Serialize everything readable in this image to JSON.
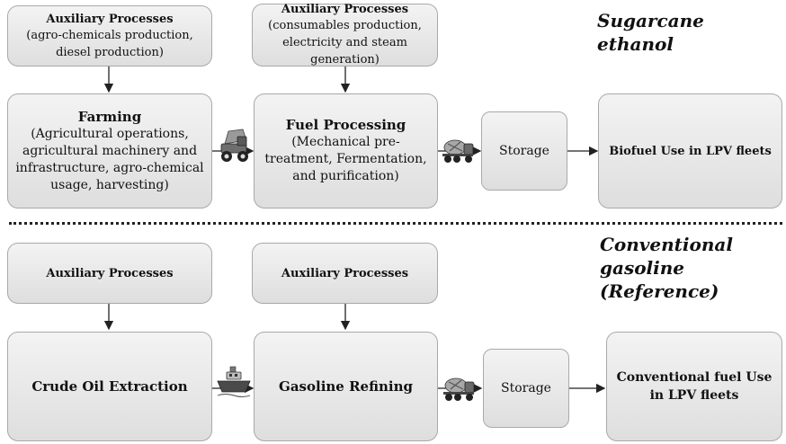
{
  "sugarcane": {
    "heading": "Sugarcane ethanol",
    "aux1": {
      "title": "Auxiliary Processes",
      "desc": "(agro-chemicals production, diesel production)"
    },
    "aux2": {
      "title": "Auxiliary Processes",
      "desc": "(consumables production, electricity and steam generation)"
    },
    "farming": {
      "title": "Farming",
      "desc": "(Agricultural operations, agricultural machinery and infrastructure, agro-chemical usage, harvesting)"
    },
    "fuel_processing": {
      "title": "Fuel Processing",
      "desc": "(Mechanical pre-treatment, Fermentation, and purification)"
    },
    "storage": "Storage",
    "use": "Biofuel Use in LPV fleets",
    "icons": [
      "harvest-truck-icon",
      "tanker-truck-icon"
    ]
  },
  "gasoline": {
    "heading_line1": "Conventional gasoline",
    "heading_line2": "(Reference)",
    "aux1": {
      "title": "Auxiliary Processes"
    },
    "aux2": {
      "title": "Auxiliary Processes"
    },
    "extraction": "Crude Oil Extraction",
    "refining": "Gasoline Refining",
    "storage": "Storage",
    "use": "Conventional fuel Use in LPV fleets",
    "icons": [
      "ship-icon",
      "tanker-truck-icon"
    ]
  },
  "colors": {
    "box_top": "#f3f3f3",
    "box_bottom": "#dedede",
    "border": "#a9a9a9",
    "arrow": "#222222"
  }
}
